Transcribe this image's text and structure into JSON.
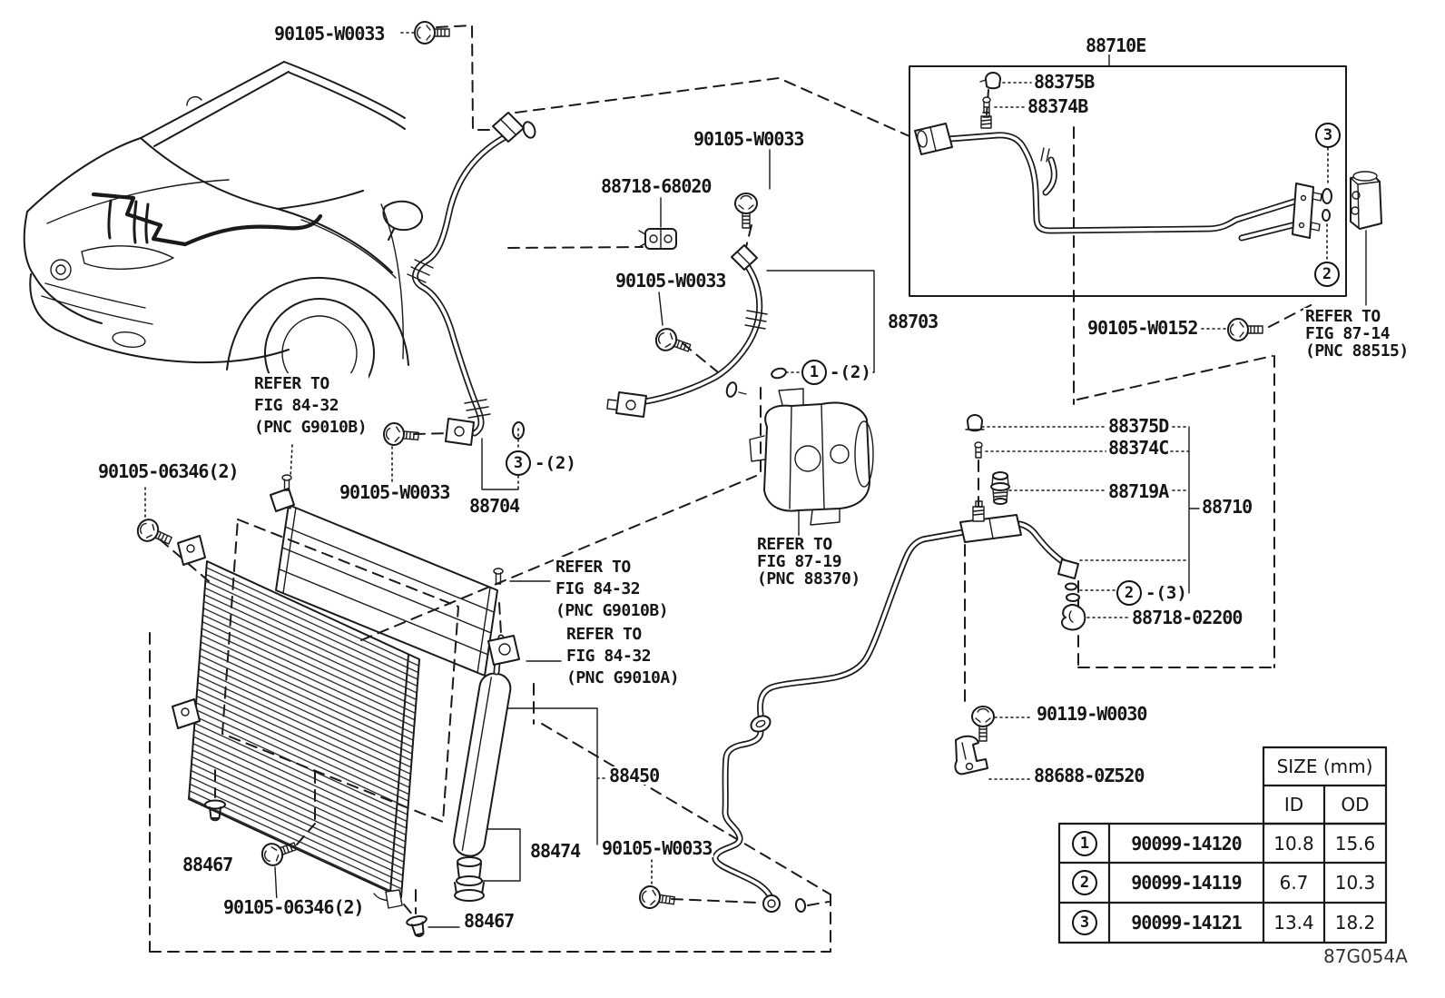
{
  "figure": {
    "code": "87G054A"
  },
  "parts": {
    "p90105_w0033": "90105-W0033",
    "p88710e": "88710E",
    "p88375b": "88375B",
    "p88374b": "88374B",
    "p88718_68020": "88718-68020",
    "p88703": "88703",
    "p90105_w0152": "90105-W0152",
    "p88704": "88704",
    "p90105_06346": "90105-06346(2)",
    "p88375d": "88375D",
    "p88374c": "88374C",
    "p88719a": "88719A",
    "p88710": "88710",
    "p88718_02200": "88718-02200",
    "p88450": "88450",
    "p88474": "88474",
    "p88467": "88467",
    "p90119_w0030": "90119-W0030",
    "p88688_0z520": "88688-0Z520"
  },
  "notes": {
    "refer_87_14": [
      "REFER TO",
      "FIG 87-14",
      "(PNC 88515)"
    ],
    "refer_84_32_b": [
      "REFER TO",
      "FIG 84-32",
      "(PNC G9010B)"
    ],
    "refer_84_32_a": [
      "REFER TO",
      "FIG 84-32",
      "(PNC G9010A)"
    ],
    "refer_87_19": [
      "REFER TO",
      "FIG 87-19",
      "(PNC 88370)"
    ]
  },
  "callouts": {
    "one": "1",
    "two": "2",
    "three": "3",
    "qty2": "-(2)",
    "qty3": "-(3)"
  },
  "size_table": {
    "title": "SIZE (mm)",
    "col_id": "ID",
    "col_od": "OD",
    "rows": [
      {
        "num": "1",
        "part": "90099-14120",
        "id": "10.8",
        "od": "15.6"
      },
      {
        "num": "2",
        "part": "90099-14119",
        "id": "6.7",
        "od": "10.3"
      },
      {
        "num": "3",
        "part": "90099-14121",
        "id": "13.4",
        "od": "18.2"
      }
    ]
  }
}
